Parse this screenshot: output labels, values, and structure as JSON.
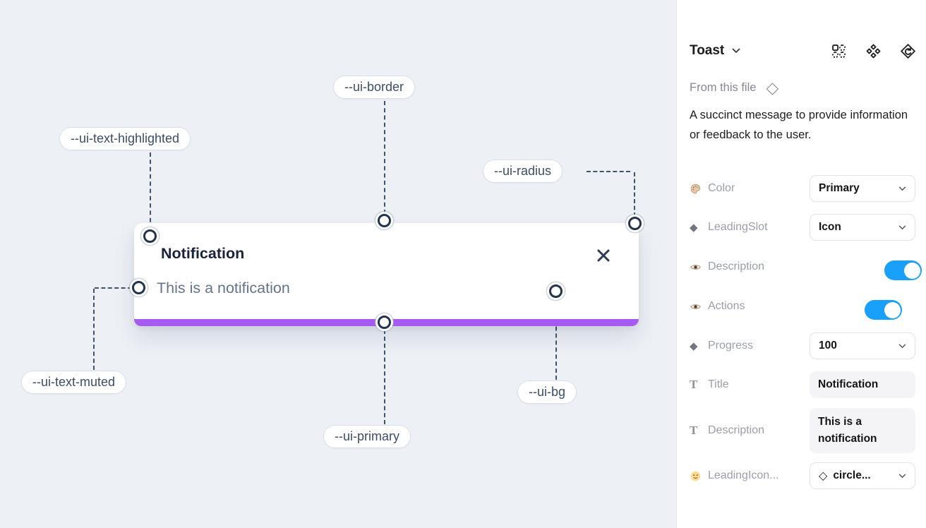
{
  "canvas": {
    "toast": {
      "title": "Notification",
      "description": "This is a notification",
      "close_icon": "x-close-icon"
    },
    "chips": [
      {
        "id": "border",
        "label": "--ui-border"
      },
      {
        "id": "text-highlighted",
        "label": "--ui-text-highlighted"
      },
      {
        "id": "radius",
        "label": "--ui-radius"
      },
      {
        "id": "text-muted",
        "label": "--ui-text-muted"
      },
      {
        "id": "primary",
        "label": "--ui-primary"
      },
      {
        "id": "bg",
        "label": "--ui-bg"
      }
    ],
    "colors": {
      "canvas_bg": "#edf1f6",
      "progress_bar": "#a55af2",
      "connector": "#41526e",
      "title_text": "#17233d",
      "muted_text": "#64748b"
    }
  },
  "panel": {
    "header": {
      "title": "Toast",
      "icons": [
        "variant-grid-icon",
        "component-icon",
        "main-component-icon"
      ]
    },
    "source": {
      "label": "From this file",
      "icon": "diamond-outline-icon"
    },
    "description": "A succinct message to provide information or feedback to the user.",
    "properties": [
      {
        "icon": "palette-icon",
        "label": "Color",
        "control": "select",
        "value": "Primary"
      },
      {
        "icon": "diamond-icon",
        "label": "LeadingSlot",
        "control": "select",
        "value": "Icon"
      },
      {
        "icon": "eye-icon",
        "label": "Description",
        "control": "toggle",
        "value": "on"
      },
      {
        "icon": "eye-icon",
        "label": "Actions",
        "control": "toggle",
        "value": "on"
      },
      {
        "icon": "diamond-icon",
        "label": "Progress",
        "control": "select",
        "value": "100"
      },
      {
        "icon": "text-icon",
        "label": "Title",
        "control": "text",
        "value": "Notification"
      },
      {
        "icon": "text-icon",
        "label": "Description",
        "control": "text",
        "value": "This is a notification"
      },
      {
        "icon": "smiley-icon",
        "label": "LeadingIcon...",
        "control": "select",
        "value": "circle...",
        "value_icon": "diamond-outline-icon"
      }
    ],
    "colors": {
      "toggle_on": "#18a0fb"
    }
  }
}
